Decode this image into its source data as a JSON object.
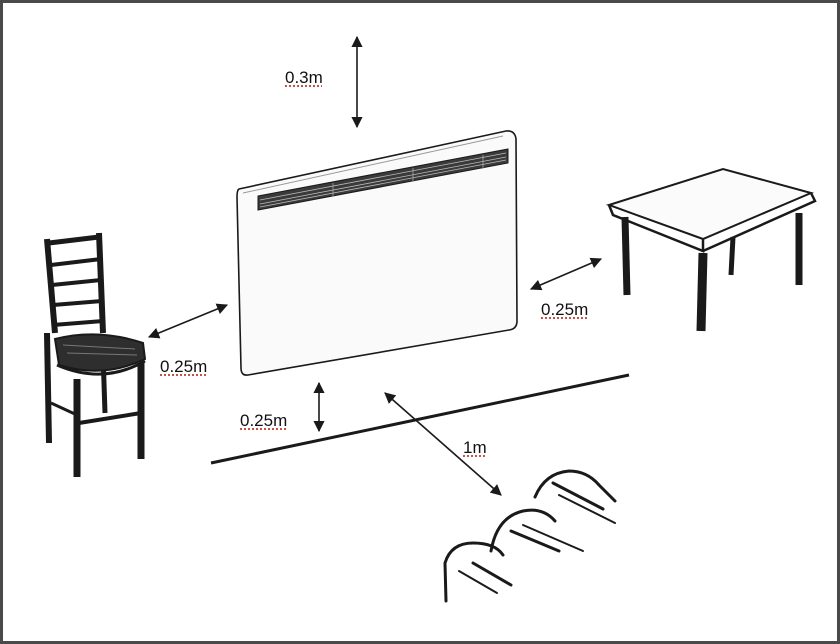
{
  "labels": {
    "top": "0.3m",
    "left": "0.25m",
    "right": "0.25m",
    "bottom": "0.25m",
    "front": "1m"
  },
  "colors": {
    "stroke": "#1a1a1a",
    "annotation_underline": "#c0392b",
    "border": "#4a4a4a"
  },
  "icons": {
    "heater": "panel-heater-icon",
    "chair": "chair-icon",
    "table": "table-icon",
    "curtain": "curtain-icon"
  }
}
